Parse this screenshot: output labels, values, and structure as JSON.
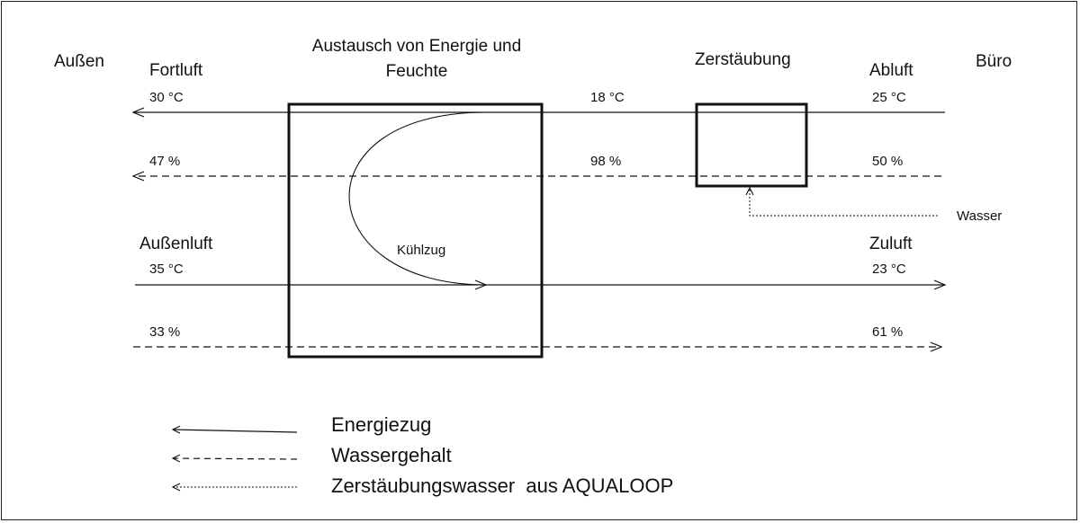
{
  "labels": {
    "aussen": "Außen",
    "buero": "Büro",
    "fortluft": "Fortluft",
    "abluft": "Abluft",
    "aussenluft": "Außenluft",
    "zuluft": "Zuluft",
    "exchange_line1": "Austausch von Energie und",
    "exchange_line2": "Feuchte",
    "zerstaeubung": "Zerstäubung",
    "kuehlzug": "Kühlzug",
    "wasser": "Wasser"
  },
  "values": {
    "fortluft_temp": "30 °C",
    "fortluft_humidity": "47 %",
    "middle_temp": "18 °C",
    "middle_humidity": "98 %",
    "abluft_temp": "25 °C",
    "abluft_humidity": "50 %",
    "aussenluft_temp": "35 °C",
    "aussenluft_humidity": "33 %",
    "zuluft_temp": "23 °C",
    "zuluft_humidity": "61 %"
  },
  "legend": [
    {
      "label": "Energiezug",
      "style": "solid"
    },
    {
      "label": "Wassergehalt",
      "style": "dashed"
    },
    {
      "label": "Zerstäubungswasser  aus AQUALOOP",
      "style": "dotted"
    }
  ]
}
